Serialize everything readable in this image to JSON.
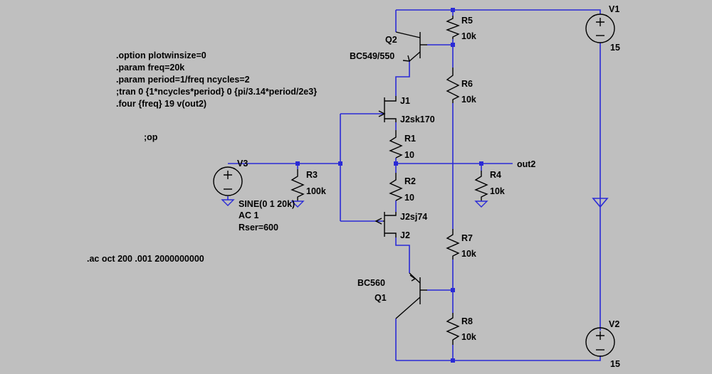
{
  "directives": [
    ".option plotwinsize=0",
    ".param freq=20k",
    ".param period=1/freq ncycles=2",
    ";tran 0 {1*ncycles*period} 0 {pi/3.14*period/2e3}",
    ".four {freq} 19 v(out2)"
  ],
  "op_directive": ";op",
  "ac_directive": ".ac  oct 200 .001 2000000000",
  "components": {
    "Q2": {
      "name": "Q2",
      "value": "BC549/550"
    },
    "Q1": {
      "name": "Q1",
      "value": "BC560"
    },
    "J1": {
      "name": "J1",
      "value": "J2sk170"
    },
    "J2": {
      "name": "J2",
      "value": "J2sj74"
    },
    "R1": {
      "name": "R1",
      "value": "10"
    },
    "R2": {
      "name": "R2",
      "value": "10"
    },
    "R3": {
      "name": "R3",
      "value": "100k"
    },
    "R4": {
      "name": "R4",
      "value": "10k"
    },
    "R5": {
      "name": "R5",
      "value": "10k"
    },
    "R6": {
      "name": "R6",
      "value": "10k"
    },
    "R7": {
      "name": "R7",
      "value": "10k"
    },
    "R8": {
      "name": "R8",
      "value": "10k"
    },
    "V1": {
      "name": "V1",
      "value": "15"
    },
    "V2": {
      "name": "V2",
      "value": "15"
    },
    "V3": {
      "name": "V3",
      "value_lines": [
        "SINE(0 1 20k)",
        "AC 1",
        "Rser=600"
      ]
    }
  },
  "net_label": "out2",
  "colors": {
    "background": "#bfbfbf",
    "wire": "#2a2ad6",
    "component": "#000000"
  }
}
